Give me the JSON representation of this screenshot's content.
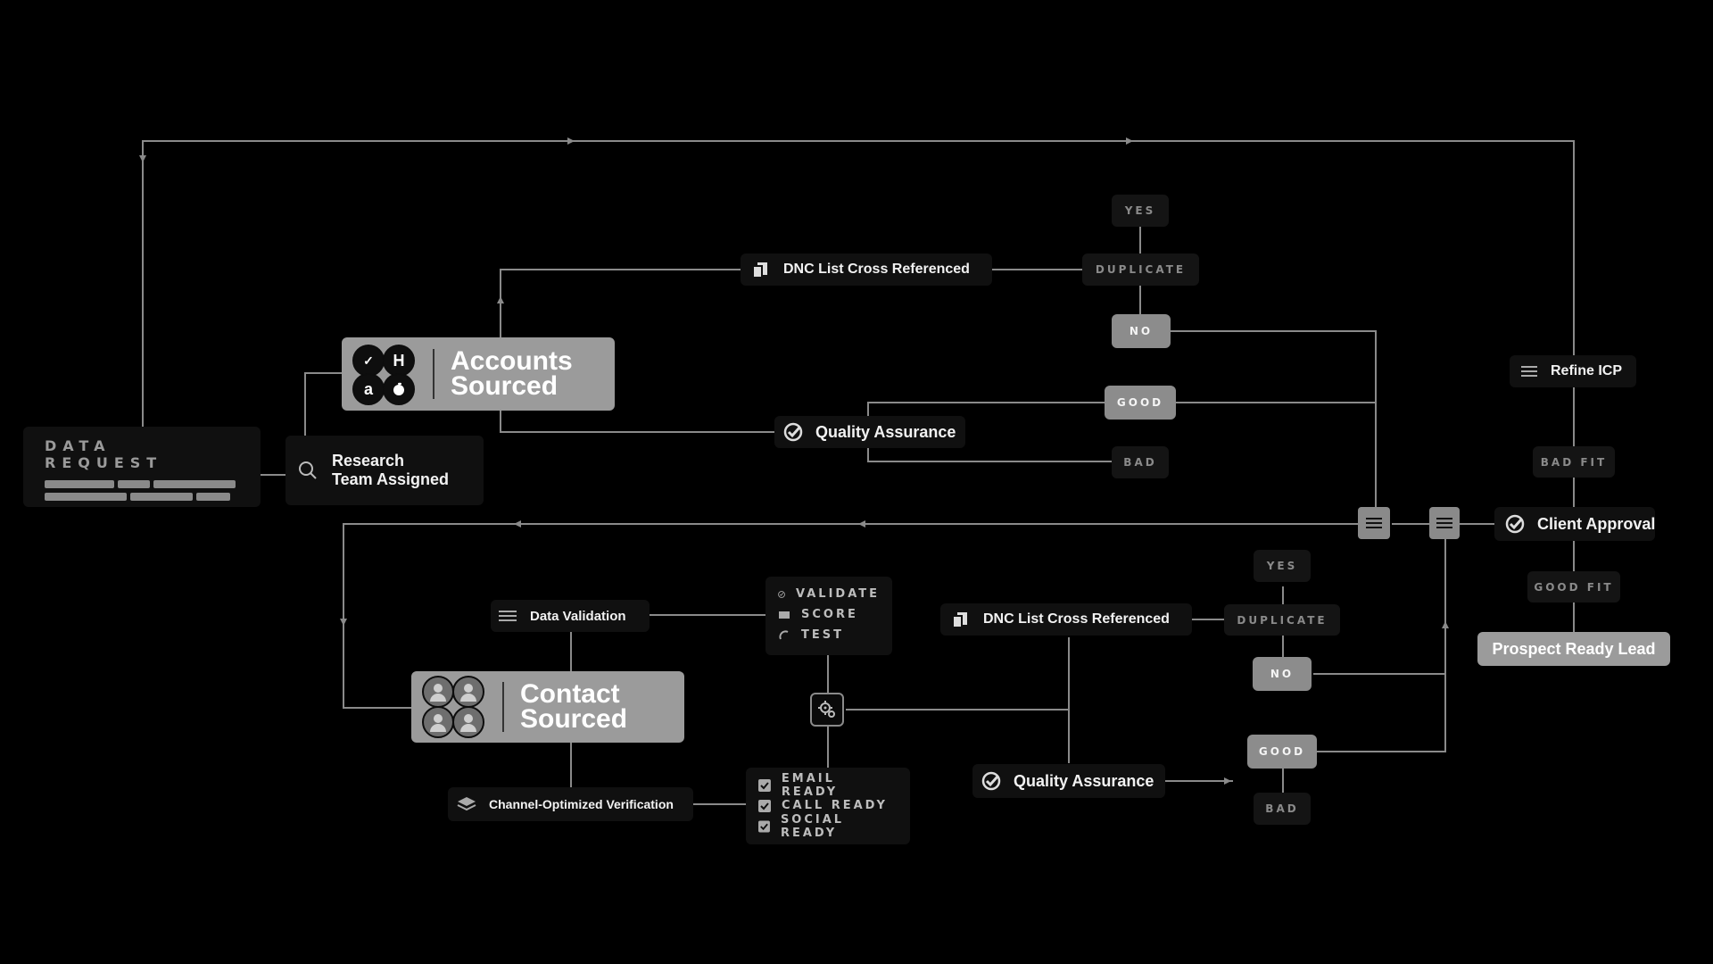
{
  "data_request": {
    "title": "DATA REQUEST"
  },
  "research": {
    "label_line1": "Research",
    "label_line2": "Team Assigned"
  },
  "accounts": {
    "line1": "Accounts",
    "line2": "Sourced",
    "logo_h": "H",
    "logo_a": "a"
  },
  "contact": {
    "line1": "Contact",
    "line2": "Sourced"
  },
  "top_branch": {
    "dnc": "DNC List Cross Referenced",
    "duplicate": "DUPLICATE",
    "yes": "YES",
    "no": "NO",
    "qa": "Quality Assurance",
    "good": "GOOD",
    "bad": "BAD"
  },
  "bottom_branch": {
    "dnc": "DNC List Cross Referenced",
    "duplicate": "DUPLICATE",
    "yes": "YES",
    "no": "NO",
    "qa": "Quality Assurance",
    "good": "GOOD",
    "bad": "BAD"
  },
  "data_validation": {
    "label": "Data Validation"
  },
  "checks": {
    "validate": "VALIDATE",
    "score": "SCORE",
    "test": "TEST"
  },
  "channel": {
    "label": "Channel-Optimized Verification",
    "email": "EMAIL READY",
    "call": "CALL READY",
    "social": "SOCIAL READY"
  },
  "right_panel": {
    "refine": "Refine ICP",
    "bad_fit": "BAD FIT",
    "client_approval": "Client Approval",
    "good_fit": "GOOD FIT",
    "prospect": "Prospect Ready Lead"
  },
  "colors": {
    "background": "#000000",
    "node": "#101010",
    "accent_gray": "#9b9b9b",
    "line": "#8a8a8a"
  }
}
